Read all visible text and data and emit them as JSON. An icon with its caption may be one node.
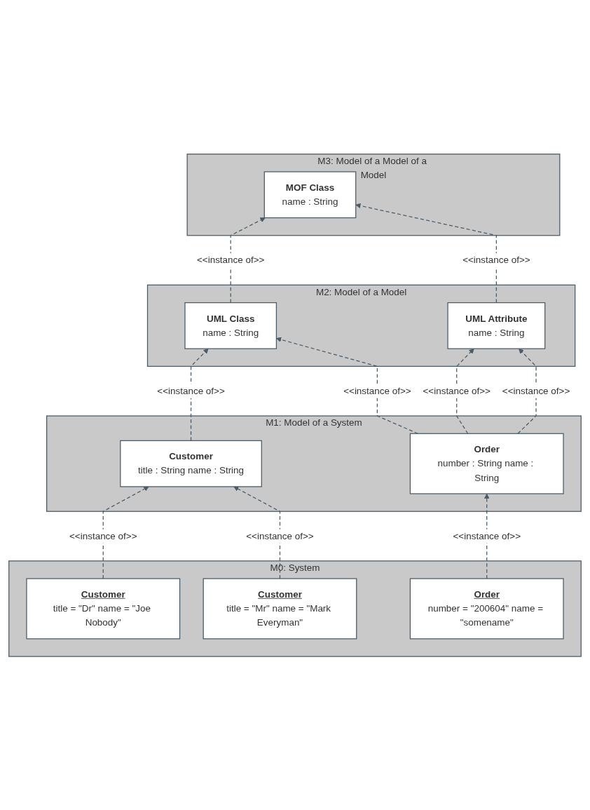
{
  "diagram": {
    "nodes": [
      {
        "text": [
          "M3: Model of a Model of a Model"
        ]
      },
      {
        "text": [
          "MOF Class",
          "name : String"
        ],
        "in": 0
      },
      {
        "text": [
          "M2: Model of a Model"
        ]
      },
      {
        "text": [
          "UML Class",
          "name : String"
        ],
        "in": 2
      },
      {
        "text": [
          "UML Attribute",
          "name : String"
        ],
        "in": 2
      },
      {
        "text": [
          "M1: Model of a System"
        ]
      },
      {
        "text": [
          "Customer",
          "title : String name : String"
        ],
        "in": 5
      },
      {
        "text": [
          "Order",
          "number : String name : String"
        ],
        "in": 5
      },
      {
        "text": [
          "M0: System"
        ]
      },
      {
        "text": [
          "Customer",
          "title = \"Dr\" name = \"Joe Nobody\""
        ],
        "in": 8
      },
      {
        "text": [
          "Customer",
          "title = \"Mr\" name = \"Mark Everyman\""
        ],
        "in": 8
      },
      {
        "text": [
          "Order",
          "number = \"200604\" name = \"somename\""
        ],
        "in": 8
      }
    ],
    "edges": [
      {
        "from": 3,
        "to": 1,
        "arrow": "to",
        "style": "dashed",
        "label": "<<instance of>>"
      },
      {
        "from": 4,
        "to": 1,
        "arrow": "to",
        "style": "dashed",
        "label": "<<instance of>>"
      },
      {
        "from": 6,
        "to": 3,
        "arrow": "to",
        "style": "dashed",
        "label": "<<instance of>>"
      },
      {
        "from": 7,
        "to": 3,
        "arrow": "to",
        "style": "dashed",
        "label": "<<instance of>>"
      },
      {
        "from": 7,
        "to": 4,
        "arrow": "to",
        "style": "dashed",
        "label": "<<instance of>>"
      },
      {
        "from": 7,
        "to": 4,
        "arrow": "to",
        "style": "dashed",
        "label": "<<instance of>>"
      },
      {
        "from": 9,
        "to": 6,
        "arrow": "to",
        "style": "dashed",
        "label": "<<instance of>>"
      },
      {
        "from": 10,
        "to": 6,
        "arrow": "to",
        "style": "dashed",
        "label": "<<instance of>>"
      },
      {
        "from": 11,
        "to": 7,
        "arrow": "to",
        "style": "dashed",
        "label": "<<instance of>>"
      }
    ]
  }
}
